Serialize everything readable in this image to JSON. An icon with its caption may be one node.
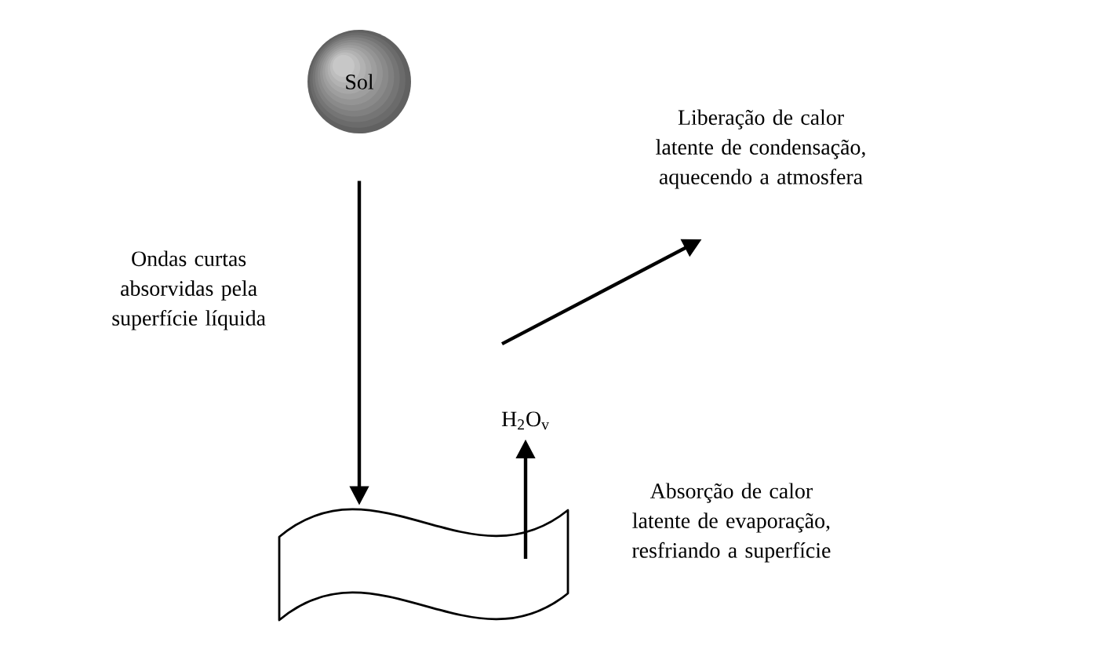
{
  "diagram": {
    "nodes": [
      {
        "text": [
          "Sol"
        ]
      },
      {
        "text": [],
        "shape": "wave"
      },
      {
        "text": [
          "H$_{2}$O$_{v}$"
        ]
      },
      {
        "text": [
          "Liberação de calor latente de condensação, aquecendo a atmosfera"
        ]
      }
    ],
    "edges": [
      {
        "from": 0,
        "to": 1,
        "arrow": "to",
        "label": "Ondas curtas absorvidas pela superfície líquida"
      },
      {
        "from": 1,
        "to": 2,
        "arrow": "to",
        "label": "Absorção de calor latente de evaporação, resfriando a superfície"
      },
      {
        "from": 2,
        "to": 3,
        "arrow": "to"
      }
    ]
  }
}
